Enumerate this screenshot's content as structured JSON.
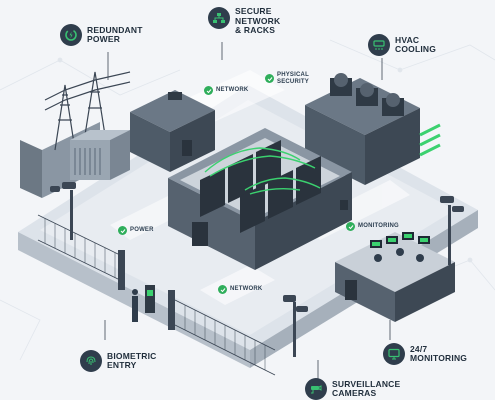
{
  "callouts": {
    "redundant_power": "REDUNDANT\nPOWER",
    "secure_network": "SECURE\nNETWORK\n& RACKS",
    "hvac_cooling": "HVAC\nCOOLING",
    "biometric_entry": "BIOMETRIC\nENTRY",
    "monitoring_247": "24/7\nMONITORING",
    "surveillance_cameras": "SURVEILLANCE\nCAMERAS"
  },
  "tags": {
    "network_top": "NETWORK",
    "physical_security": "PHYSICAL\nSECURITY",
    "power": "POWER",
    "monitoring": "MONITORING",
    "network_bottom": "NETWORK"
  },
  "icons": {
    "redundant_power": "recycle-power-icon",
    "secure_network": "network-tree-icon",
    "hvac_cooling": "air-conditioner-icon",
    "biometric_entry": "fingerprint-icon",
    "monitoring_247": "monitor-icon",
    "surveillance_cameras": "cctv-camera-icon",
    "tag_check": "check-icon"
  },
  "colors": {
    "callout_disc": "#2f3d4c",
    "icon_green": "#38c172",
    "check_green": "#2fae5b",
    "cable_green": "#3bd16f",
    "building_grey": "#5a6878",
    "building_dark": "#3b4654",
    "ground": "#cfd6de"
  }
}
